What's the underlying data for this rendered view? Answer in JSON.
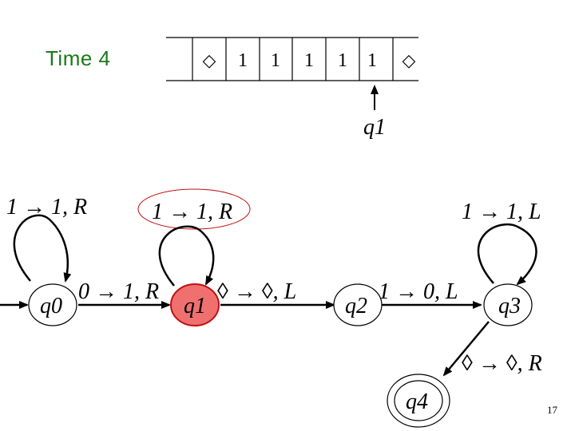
{
  "slide": {
    "time_label": "Time 4",
    "page_number": "17"
  },
  "tape": {
    "cells": [
      "◇",
      "1",
      "1",
      "1",
      "1",
      "1",
      "◇"
    ],
    "head_state": "q1",
    "head_cell_index": 5
  },
  "states": [
    {
      "id": "q0",
      "label": "q0",
      "current": false,
      "accepting": false,
      "initial": true
    },
    {
      "id": "q1",
      "label": "q1",
      "current": true,
      "accepting": false,
      "initial": false
    },
    {
      "id": "q2",
      "label": "q2",
      "current": false,
      "accepting": false,
      "initial": false
    },
    {
      "id": "q3",
      "label": "q3",
      "current": false,
      "accepting": false,
      "initial": false
    },
    {
      "id": "q4",
      "label": "q4",
      "current": false,
      "accepting": true,
      "initial": false
    }
  ],
  "transitions": [
    {
      "from": "q0",
      "to": "q0",
      "label": "1 → 1, R",
      "highlighted": false
    },
    {
      "from": "q1",
      "to": "q1",
      "label": "1 → 1, R",
      "highlighted": true
    },
    {
      "from": "q3",
      "to": "q3",
      "label": "1 → 1, L",
      "highlighted": false
    },
    {
      "from": "q0",
      "to": "q1",
      "label": "0 → 1, R",
      "highlighted": false
    },
    {
      "from": "q1",
      "to": "q2",
      "label": "◊ → ◊, L",
      "highlighted": false
    },
    {
      "from": "q2",
      "to": "q3",
      "label": "1 → 0, L",
      "highlighted": false
    },
    {
      "from": "q3",
      "to": "q4",
      "label": "◊ → ◊, R",
      "highlighted": false
    }
  ],
  "colors": {
    "time_label": "#1a7a1a",
    "current_state_fill": "#f07070",
    "current_state_stroke": "#c01010",
    "highlight_ellipse": "#c01010"
  }
}
